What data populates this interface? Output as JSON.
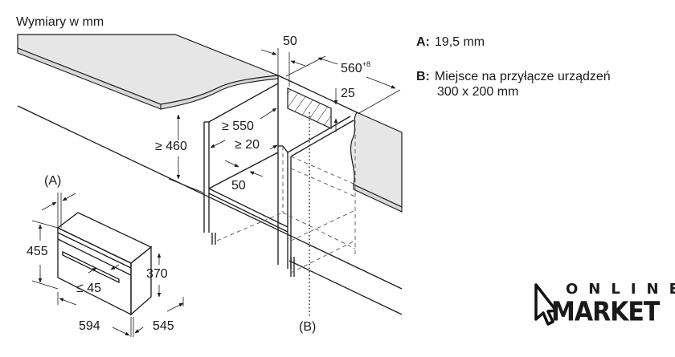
{
  "title": "Wymiary w mm",
  "legend": {
    "a_key": "A:",
    "a_text": "19,5 mm",
    "b_key": "B:",
    "b_text_line1": "Miejsce na przyłącze urządzeń",
    "b_text_line2": "300 x 200 mm"
  },
  "dimensions": {
    "gap_top": "50",
    "niche_depth": "560",
    "niche_depth_tolerance": "+8",
    "vent_offset": "25",
    "niche_depth_min": "≥ 550",
    "niche_height_min": "≥ 460",
    "side_gap_min": "≥ 20",
    "shelf_gap": "50",
    "device_height": "455",
    "device_inner_height": "370",
    "device_width": "594",
    "device_depth": "545",
    "door_protrusion": "≤ 45"
  },
  "markers": {
    "a": "(A)",
    "b": "(B)"
  },
  "logo": {
    "top": "ONLINE",
    "bottom": "MARKET"
  }
}
